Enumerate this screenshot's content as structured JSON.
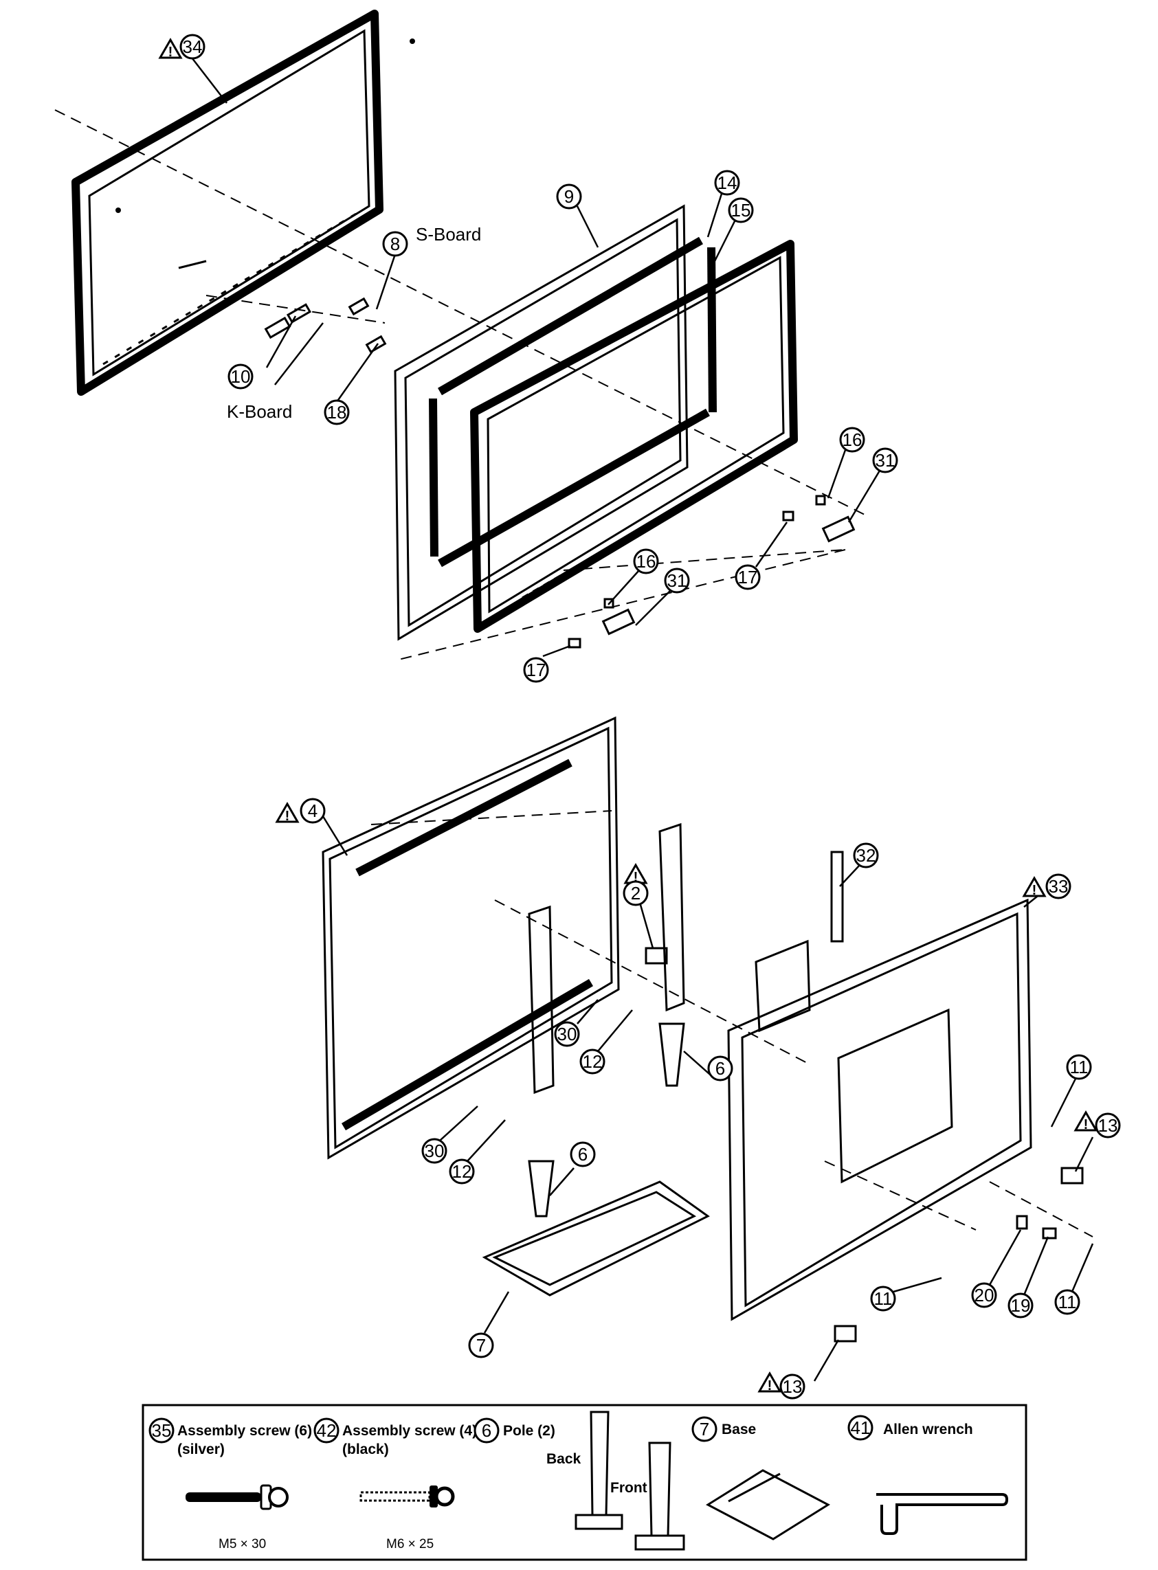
{
  "boards": {
    "s_board": "S-Board",
    "k_board": "K-Board"
  },
  "callouts": {
    "c34": "34",
    "c8": "8",
    "c9": "9",
    "c14": "14",
    "c15": "15",
    "c10": "10",
    "c18": "18",
    "c16a": "16",
    "c31a": "31",
    "c17a": "17",
    "c16b": "16",
    "c31b": "31",
    "c17b": "17",
    "c4": "4",
    "c2": "2",
    "c32": "32",
    "c33": "33",
    "c30a": "30",
    "c12a": "12",
    "c6a": "6",
    "c30b": "30",
    "c12b": "12",
    "c6b": "6",
    "c11a": "11",
    "c13a": "13",
    "c11b": "11",
    "c20": "20",
    "c19": "19",
    "c11c": "11",
    "c7": "7",
    "c13b": "13"
  },
  "accessories": {
    "screw_silver": {
      "num": "35",
      "label": "Assembly screw (6)",
      "note": "(silver)",
      "size": "M5 × 30"
    },
    "screw_black": {
      "num": "42",
      "label": "Assembly screw (4)",
      "note": "(black)",
      "size": "M6 × 25"
    },
    "pole": {
      "num": "6",
      "label": "Pole (2)",
      "back": "Back",
      "front": "Front"
    },
    "base": {
      "num": "7",
      "label": "Base"
    },
    "wrench": {
      "num": "41",
      "label": "Allen wrench"
    }
  }
}
